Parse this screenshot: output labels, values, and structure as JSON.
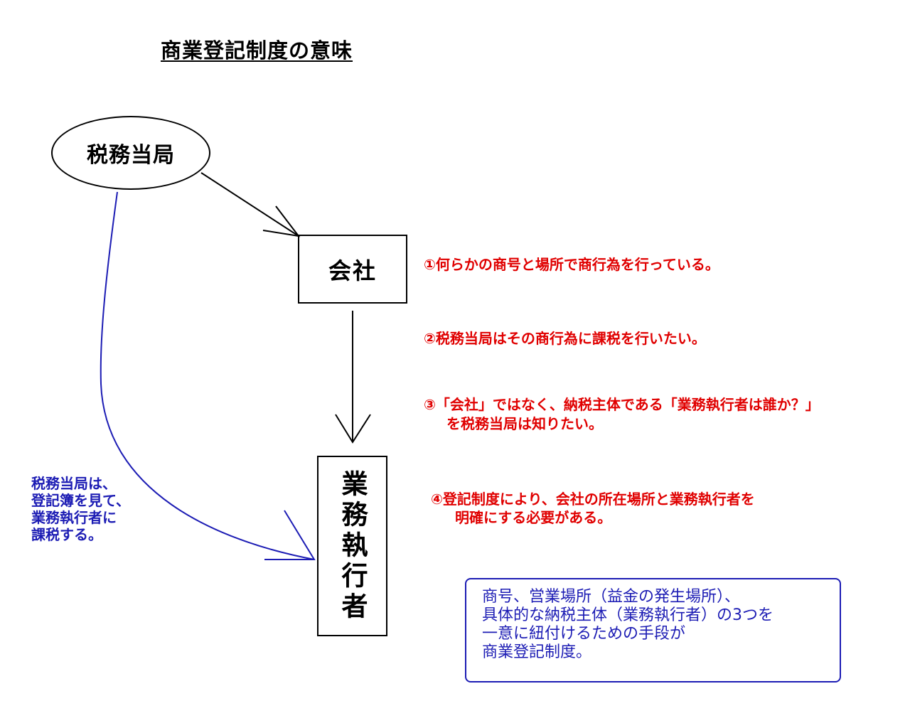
{
  "title": "商業登記制度の意味",
  "nodes": {
    "tax_authority": "税務当局",
    "company": "会社",
    "executive": "業務執行者"
  },
  "points": [
    {
      "lines": [
        "①何らかの商号と場所で商行為を行っている。"
      ]
    },
    {
      "lines": [
        "②税務当局はその商行為に課税を行いたい。"
      ]
    },
    {
      "lines": [
        "③「会社」ではなく、納税主体である「業務執行者は誰か？」",
        "を税務当局は知りたい。"
      ]
    },
    {
      "lines": [
        "④登記制度により、会社の所在場所と業務執行者を",
        "明確にする必要がある。"
      ]
    }
  ],
  "side_note": {
    "lines": [
      "税務当局は、",
      "登記簿を見て、",
      "業務執行者に",
      "課税する。"
    ]
  },
  "summary": {
    "lines": [
      "商号、営業場所（益金の発生場所）、",
      "具体的な納税主体（業務執行者）の3つを",
      "一意に紐付けるための手段が",
      "商業登記制度。"
    ]
  },
  "colors": {
    "red_text": "#e00000",
    "blue": "#1c1cb4",
    "black": "#000000"
  }
}
